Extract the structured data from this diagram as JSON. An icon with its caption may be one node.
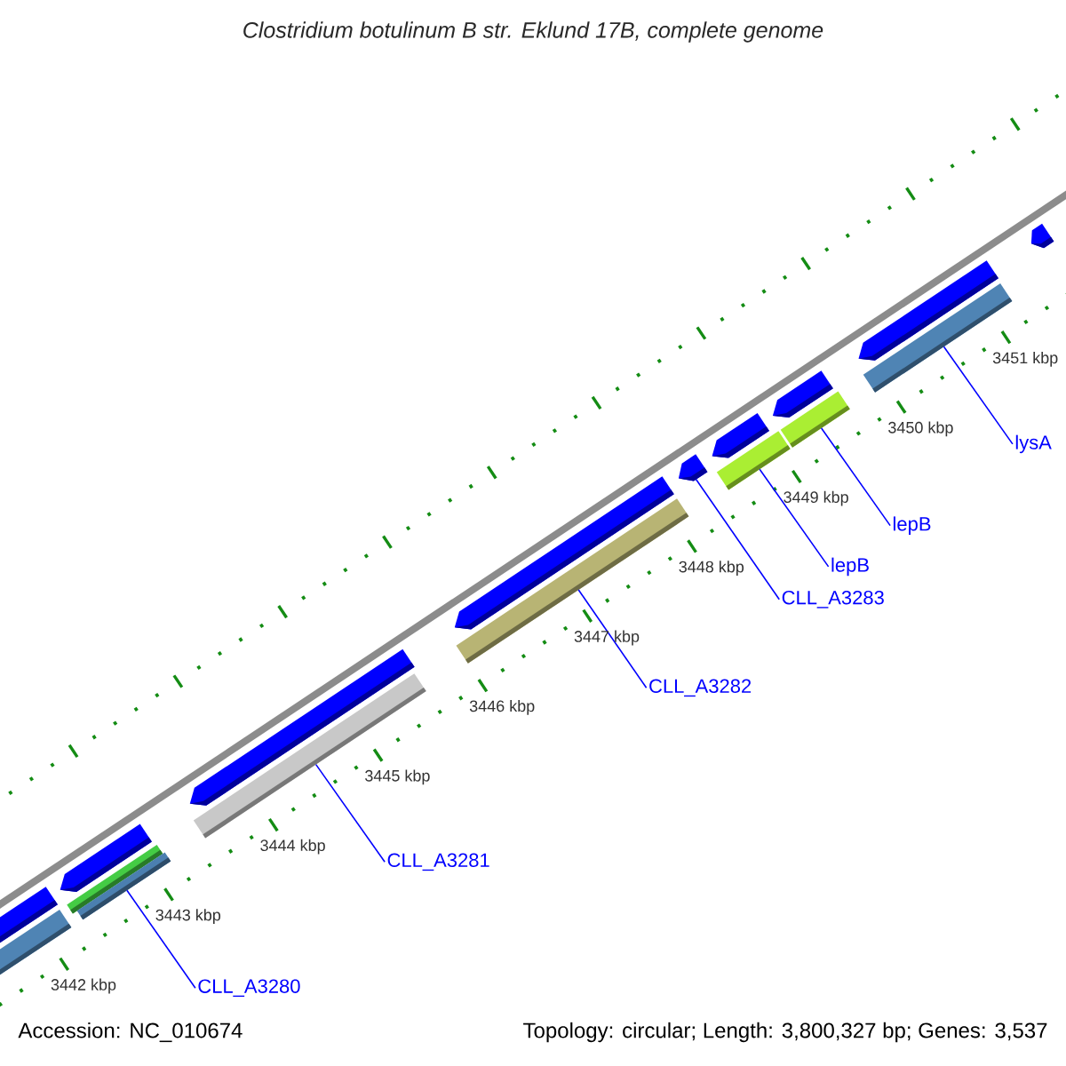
{
  "diagram": {
    "title": "Clostridium botulinum B str. Eklund 17B, complete genome",
    "nodes": [
      {
        "text": [
          "CLL_A3280"
        ]
      },
      {
        "text": [],
        "shape": "bar"
      },
      {
        "text": [
          "CLL_A3281"
        ]
      },
      {
        "text": [],
        "shape": "bar"
      },
      {
        "text": [
          "CLL_A3282"
        ]
      },
      {
        "text": [],
        "shape": "bar"
      },
      {
        "text": [
          "CLL_A3283"
        ]
      },
      {
        "text": [],
        "shape": "arrow"
      },
      {
        "text": [
          "lepB"
        ]
      },
      {
        "text": [],
        "shape": "bar"
      },
      {
        "text": [
          "lepB"
        ]
      },
      {
        "text": [],
        "shape": "bar"
      },
      {
        "text": [
          "lysA"
        ]
      },
      {
        "text": [],
        "shape": "bar"
      }
    ],
    "edges": [
      {
        "from": 0,
        "to": 1,
        "arrow": "none"
      },
      {
        "from": 2,
        "to": 3,
        "arrow": "none"
      },
      {
        "from": 4,
        "to": 5,
        "arrow": "none"
      },
      {
        "from": 6,
        "to": 7,
        "arrow": "none"
      },
      {
        "from": 8,
        "to": 9,
        "arrow": "none"
      },
      {
        "from": 10,
        "to": 11,
        "arrow": "none"
      },
      {
        "from": 12,
        "to": 13,
        "arrow": "none"
      }
    ],
    "labels": [
      "3442 kbp",
      "3443 kbp",
      "3444 kbp",
      "3445 kbp",
      "3446 kbp",
      "3447 kbp",
      "3448 kbp",
      "3449 kbp",
      "3450 kbp",
      "3451 kbp",
      "Accession: NC_010674",
      "Topology: circular; Length: 3,800,327 bp; Genes: 3,537"
    ]
  }
}
